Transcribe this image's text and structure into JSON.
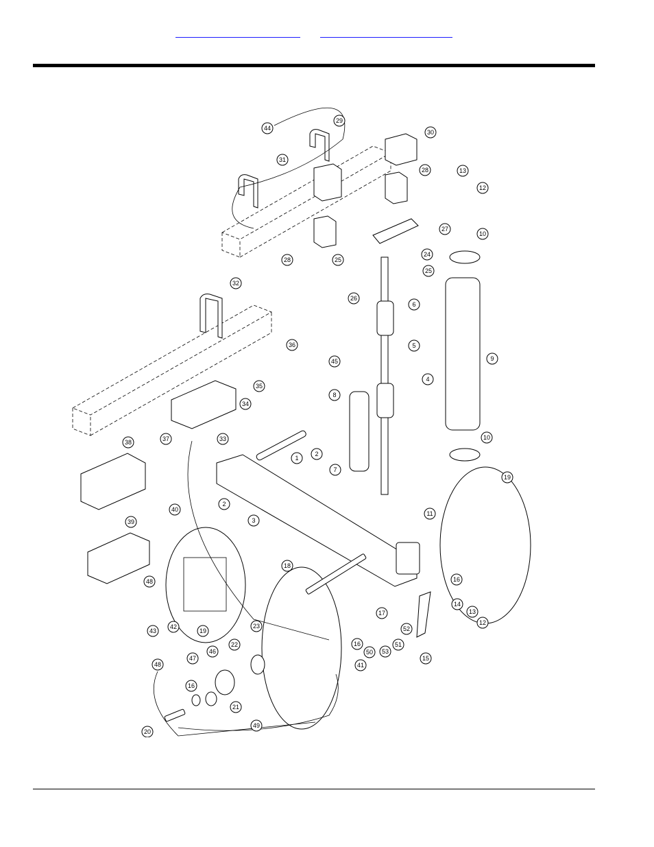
{
  "header": {
    "links": [
      {
        "label": ""
      },
      {
        "label": ""
      }
    ]
  },
  "diagram": {
    "callouts": [
      {
        "n": "1"
      },
      {
        "n": "2"
      },
      {
        "n": "2"
      },
      {
        "n": "3"
      },
      {
        "n": "4"
      },
      {
        "n": "5"
      },
      {
        "n": "6"
      },
      {
        "n": "7"
      },
      {
        "n": "8"
      },
      {
        "n": "9"
      },
      {
        "n": "10"
      },
      {
        "n": "10"
      },
      {
        "n": "11"
      },
      {
        "n": "12"
      },
      {
        "n": "12"
      },
      {
        "n": "13"
      },
      {
        "n": "13"
      },
      {
        "n": "14"
      },
      {
        "n": "15"
      },
      {
        "n": "16"
      },
      {
        "n": "16"
      },
      {
        "n": "16"
      },
      {
        "n": "17"
      },
      {
        "n": "18"
      },
      {
        "n": "19"
      },
      {
        "n": "19"
      },
      {
        "n": "20"
      },
      {
        "n": "21"
      },
      {
        "n": "22"
      },
      {
        "n": "23"
      },
      {
        "n": "24"
      },
      {
        "n": "25"
      },
      {
        "n": "25"
      },
      {
        "n": "26"
      },
      {
        "n": "27"
      },
      {
        "n": "28"
      },
      {
        "n": "28"
      },
      {
        "n": "29"
      },
      {
        "n": "30"
      },
      {
        "n": "31"
      },
      {
        "n": "32"
      },
      {
        "n": "33"
      },
      {
        "n": "34"
      },
      {
        "n": "35"
      },
      {
        "n": "36"
      },
      {
        "n": "37"
      },
      {
        "n": "38"
      },
      {
        "n": "39"
      },
      {
        "n": "40"
      },
      {
        "n": "41"
      },
      {
        "n": "42"
      },
      {
        "n": "43"
      },
      {
        "n": "44"
      },
      {
        "n": "45"
      },
      {
        "n": "46"
      },
      {
        "n": "47"
      },
      {
        "n": "48"
      },
      {
        "n": "48"
      },
      {
        "n": "49"
      },
      {
        "n": "50"
      },
      {
        "n": "51"
      },
      {
        "n": "52"
      },
      {
        "n": "53"
      }
    ]
  }
}
